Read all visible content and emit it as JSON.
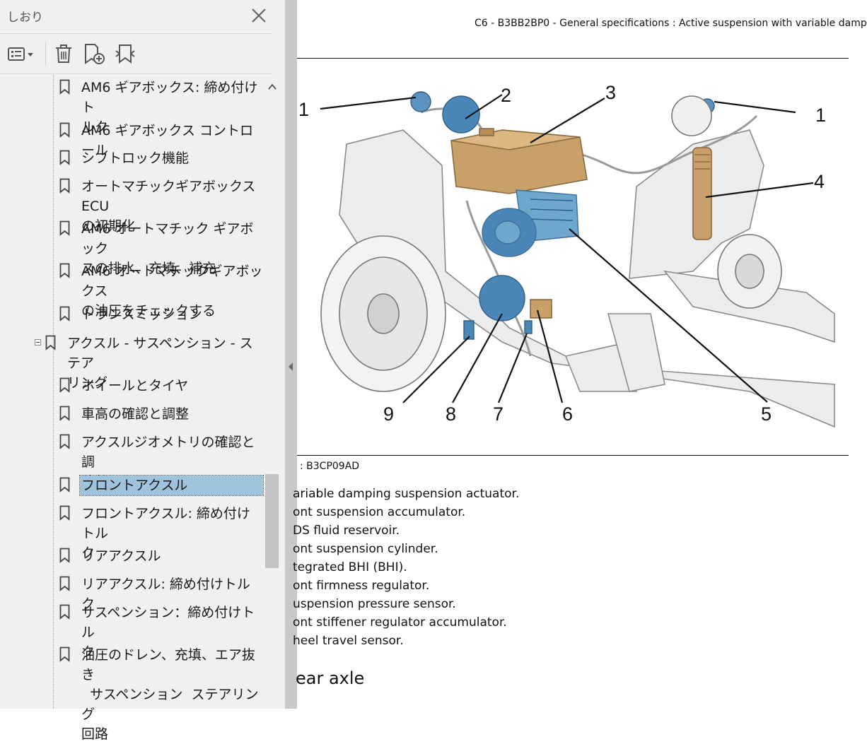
{
  "panel": {
    "title": "しおり",
    "close_icon": "close-icon",
    "toolbar": {
      "icons": [
        "bookmark-options-icon",
        "delete-icon",
        "new-bookmark-icon",
        "expand-bookmark-icon"
      ]
    },
    "bookmarks": [
      {
        "label": "AM6 ギアボックス: 締め付けト\nルク",
        "selected": false
      },
      {
        "label": "AM6 ギアボックス コントロール",
        "selected": false
      },
      {
        "label": "シフトロック機能",
        "selected": false
      },
      {
        "label": "オートマチックギアボックスECU\nの初期化",
        "selected": false
      },
      {
        "label": "AM6 オートマチック ギアボック\nスの排水、充填、補充",
        "selected": false
      },
      {
        "label": "AM6 オートマチックギアボックス\nの油圧をチェックする",
        "selected": false
      },
      {
        "label": "トランスミッション",
        "selected": false
      },
      {
        "label": "アクスル - サスペンション - ステア\nリング",
        "selected": false,
        "expanded": true
      },
      {
        "label": "ホイールとタイヤ",
        "selected": false
      },
      {
        "label": "車高の確認と調整",
        "selected": false
      },
      {
        "label": "アクスルジオメトリの確認と調\n整値",
        "selected": false
      },
      {
        "label": "フロントアクスル",
        "selected": true
      },
      {
        "label": "フロントアクスル: 締め付けトル\nク",
        "selected": false
      },
      {
        "label": "リアアクスル",
        "selected": false
      },
      {
        "label": "リアアクスル: 締め付けトルク",
        "selected": false
      },
      {
        "label": "サスペンション：締め付けトル\nク",
        "selected": false
      },
      {
        "label": "油圧のドレン、充填、エア抜き\n  サスペンション  ステアリング\n回路",
        "selected": false
      }
    ]
  },
  "doc": {
    "header": "C6 - B3BB2BP0 - General specifications : Active suspension with variable damp",
    "callouts": [
      "1",
      "2",
      "3",
      "1",
      "4",
      "5",
      "6",
      "7",
      "8",
      "9"
    ],
    "image_ref": ": B3CP09AD",
    "legend": [
      "ariable damping suspension actuator.",
      "ont suspension accumulator.",
      "DS fluid reservoir.",
      "ont suspension cylinder.",
      "tegrated BHI (BHI).",
      "ont firmness regulator.",
      "uspension pressure sensor.",
      "ont stiffener regulator accumulator.",
      "heel travel sensor."
    ],
    "section_title": "ear axle"
  },
  "colors": {
    "panel_bg": "#f0f0f0",
    "selection": "#9fc3dd",
    "splitter": "#c8c8c8",
    "reservoir": "#c9a06a",
    "accumulator_blue": "#4a86b8"
  }
}
